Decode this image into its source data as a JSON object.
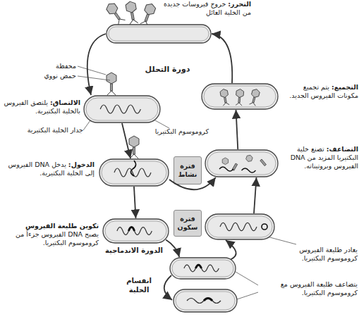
{
  "diagram": {
    "nodes": [
      {
        "text": [
          "التحرر:",
          "خروج فيروسات جديدة من الخلية العائل"
        ]
      },
      {
        "text": [
          "التجميع:",
          "يتم تجميع مكونات الفيروس الجديد."
        ]
      },
      {
        "text": [
          "الالتصاق:",
          "يلتصق الفيروس بالخلية البكتيرية."
        ]
      },
      {
        "text": [
          "الدخول:",
          "يدخل DNA الفيروس إلى الخلية البكتيرية."
        ]
      },
      {
        "text": [
          "فترة نشاط"
        ]
      },
      {
        "text": [
          "التضاعف:",
          "تصنع خلية البكتيريا المزيد من DNA الفيروس وبروتيناته."
        ]
      },
      {
        "text": [
          "تكوين طليعة الفيروس",
          "يصبح DNA الفيروس جزءاً من كروموسوم البكتيريا."
        ]
      },
      {
        "text": [
          "فترة سكون"
        ]
      },
      {
        "text": [
          "يغادر طليعة الفيروس كروموسوم البكتيريا."
        ]
      },
      {
        "text": [
          "يتضاعف طليعة الفيروس مع كروموسوم البكتيريا."
        ]
      }
    ],
    "edges": [
      {
        "from": 0,
        "to": 2,
        "arrow": "to"
      },
      {
        "from": 2,
        "to": 3,
        "arrow": "to"
      },
      {
        "from": 3,
        "to": 5,
        "arrow": "to"
      },
      {
        "from": 5,
        "to": 1,
        "arrow": "to"
      },
      {
        "from": 1,
        "to": 0,
        "arrow": "to"
      },
      {
        "from": 3,
        "to": 6,
        "arrow": "to"
      },
      {
        "from": 6,
        "to": 9,
        "arrow": "to"
      },
      {
        "from": 9,
        "to": 8,
        "arrow": "to"
      },
      {
        "from": 8,
        "to": 5,
        "arrow": "to"
      }
    ],
    "labels": [
      "محفظة",
      "حمض نووي",
      "دورة التحلل",
      "جدار الخلية البكتيرية",
      "كروموسوم البكتيريا",
      "الدورة الاندماجية",
      "انقسام الخلية"
    ]
  }
}
